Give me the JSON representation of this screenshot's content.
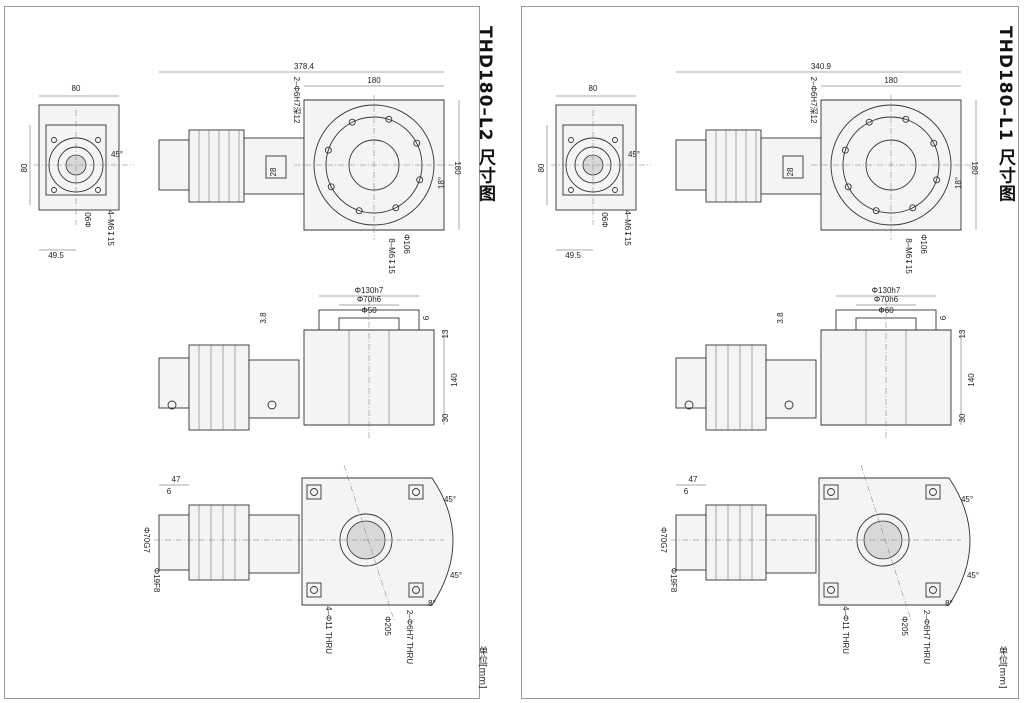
{
  "drawings": [
    {
      "title": "THD180–L2 尺寸图",
      "unit": "单位[mm]",
      "top_view": {
        "square_width": "80",
        "square_height": "80",
        "offset": "49.5",
        "pilot_dia": "Φ90",
        "tap_holes": "4–M6↧15",
        "angle": "45°",
        "overall_length": "378.4",
        "flange_width": "180",
        "flange_height": "180",
        "pin_holes": "2–Φ6H7深12",
        "key_width": "28",
        "bolt_angle": "18°",
        "bolt_holes": "8–M6↧15",
        "pcd": "Φ106"
      },
      "side_view": {
        "spigot_dia": "Φ130h7",
        "bore_dia": "Φ70h6",
        "inner_dia": "Φ50",
        "step": "3.8",
        "spigot_depth": "6",
        "flange_thk": "13",
        "height": "140",
        "base_thk": "30"
      },
      "bottom_view": {
        "shaft_length": "47",
        "shaft_step": "6",
        "shaft_dia": "Φ70G7",
        "thread_dia": "Φ19F8",
        "angle_top": "45°",
        "angle_bottom": "45°",
        "through_holes": "4–Φ11 THRU",
        "pin_thru": "2–Φ6H7 THRU",
        "pcd": "Φ205",
        "small_angle": "8°"
      }
    },
    {
      "title": "THD180–L1 尺寸图",
      "unit": "单位[mm]",
      "top_view": {
        "square_width": "80",
        "square_height": "80",
        "offset": "49.5",
        "pilot_dia": "Φ90",
        "tap_holes": "4–M6↧15",
        "angle": "45°",
        "overall_length": "340.9",
        "flange_width": "180",
        "flange_height": "180",
        "pin_holes": "2–Φ6H7深12",
        "key_width": "28",
        "bolt_angle": "18°",
        "bolt_holes": "8–M6↧15",
        "pcd": "Φ106"
      },
      "side_view": {
        "spigot_dia": "Φ130h7",
        "bore_dia": "Φ70h6",
        "inner_dia": "Φ60",
        "step": "3.8",
        "spigot_depth": "6",
        "flange_thk": "13",
        "height": "140",
        "base_thk": "30"
      },
      "bottom_view": {
        "shaft_length": "47",
        "shaft_step": "6",
        "shaft_dia": "Φ70G7",
        "thread_dia": "Φ19F8",
        "angle_top": "45°",
        "angle_bottom": "45°",
        "through_holes": "4–Φ11 THRU",
        "pin_thru": "2–Φ6H7 THRU",
        "pcd": "Φ205",
        "small_angle": "8°"
      }
    }
  ]
}
